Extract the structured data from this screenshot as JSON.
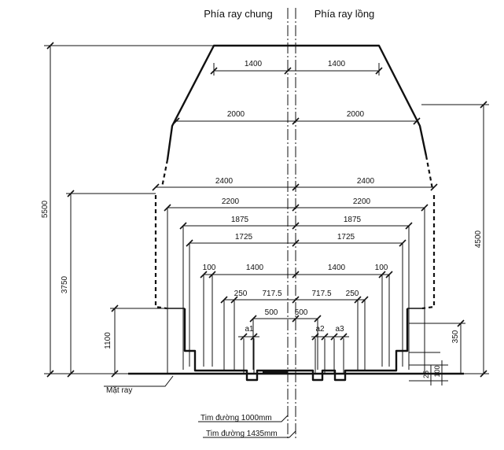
{
  "headers": {
    "left": "Phía ray chung",
    "right": "Phía ray lồng"
  },
  "vertical_dims": {
    "total_height": "5500",
    "side_height": "4500",
    "platform_height": "3750",
    "low_height": "1100",
    "small_height": "350",
    "tiny_a": "25",
    "tiny_b": "100"
  },
  "horizontal_dims": {
    "top_left": "1400",
    "top_right": "1400",
    "upper_left": "2000",
    "upper_right": "2000",
    "wide_left": "2400",
    "wide_right": "2400",
    "body_left": "2200",
    "body_right": "2200",
    "lvl1875_left": "1875",
    "lvl1875_right": "1875",
    "lvl1725_left": "1725",
    "lvl1725_right": "1725",
    "gap_left": "100",
    "gap_right": "100",
    "lvl1400_left": "1400",
    "lvl1400_right": "1400",
    "lvl250_left": "250",
    "lvl250_right": "250",
    "lvl7175_left": "717.5",
    "lvl7175_right": "717.5",
    "lvl500_left": "500",
    "lvl500_right": "500"
  },
  "flange_labels": {
    "a1": "a1",
    "a2": "a2",
    "a3": "a3"
  },
  "callouts": {
    "rail_surface": "Mặt ray",
    "axis_1000": "Tim đường 1000mm",
    "axis_1435": "Tim đường 1435mm"
  }
}
